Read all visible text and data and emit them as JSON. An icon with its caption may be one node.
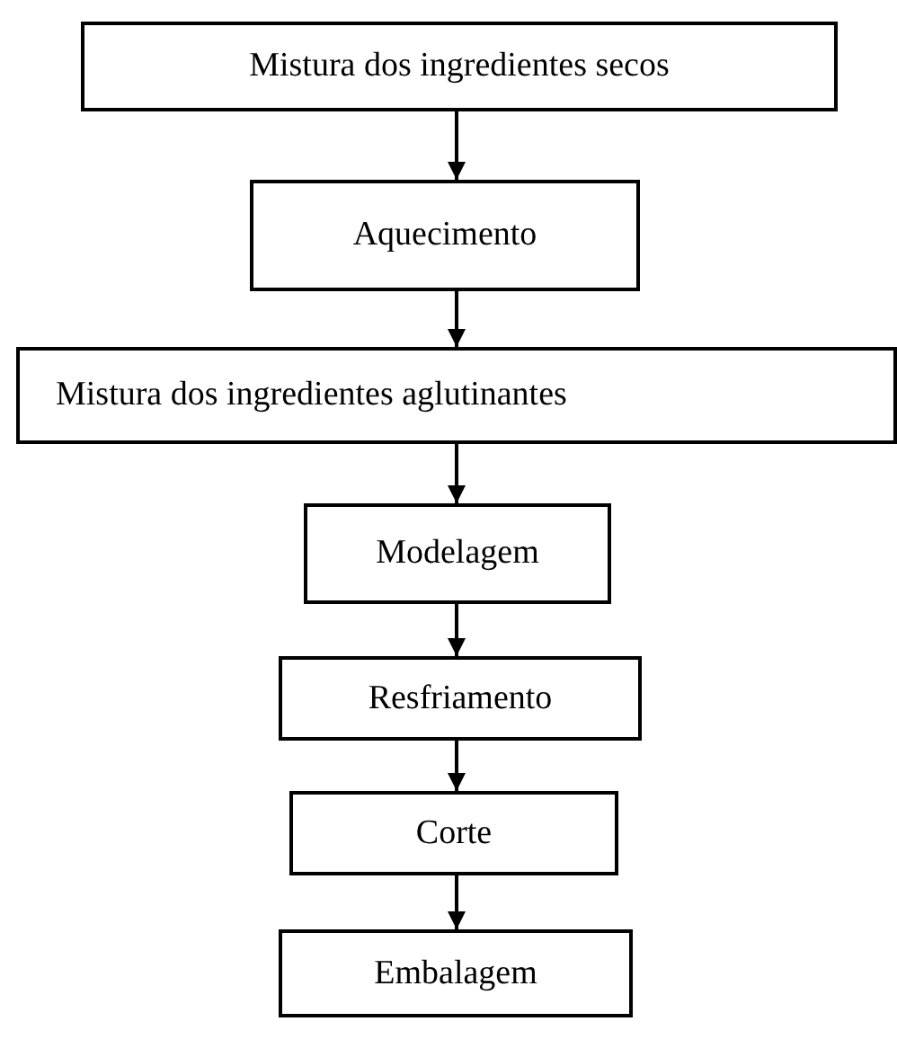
{
  "diagram": {
    "nodes": [
      {
        "text": [
          "Mistura dos ingredientes secos"
        ]
      },
      {
        "text": [
          "Aquecimento"
        ]
      },
      {
        "text": [
          "Mistura dos ingredientes aglutinantes"
        ]
      },
      {
        "text": [
          "Modelagem"
        ]
      },
      {
        "text": [
          "Resfriamento"
        ]
      },
      {
        "text": [
          "Corte"
        ]
      },
      {
        "text": [
          "Embalagem"
        ]
      }
    ],
    "edges": [
      {
        "from": 0,
        "to": 1,
        "arrow": "to"
      },
      {
        "from": 1,
        "to": 2,
        "arrow": "to"
      },
      {
        "from": 2,
        "to": 3,
        "arrow": "to"
      },
      {
        "from": 3,
        "to": 4,
        "arrow": "to"
      },
      {
        "from": 4,
        "to": 5,
        "arrow": "to"
      },
      {
        "from": 5,
        "to": 6,
        "arrow": "to"
      }
    ]
  }
}
